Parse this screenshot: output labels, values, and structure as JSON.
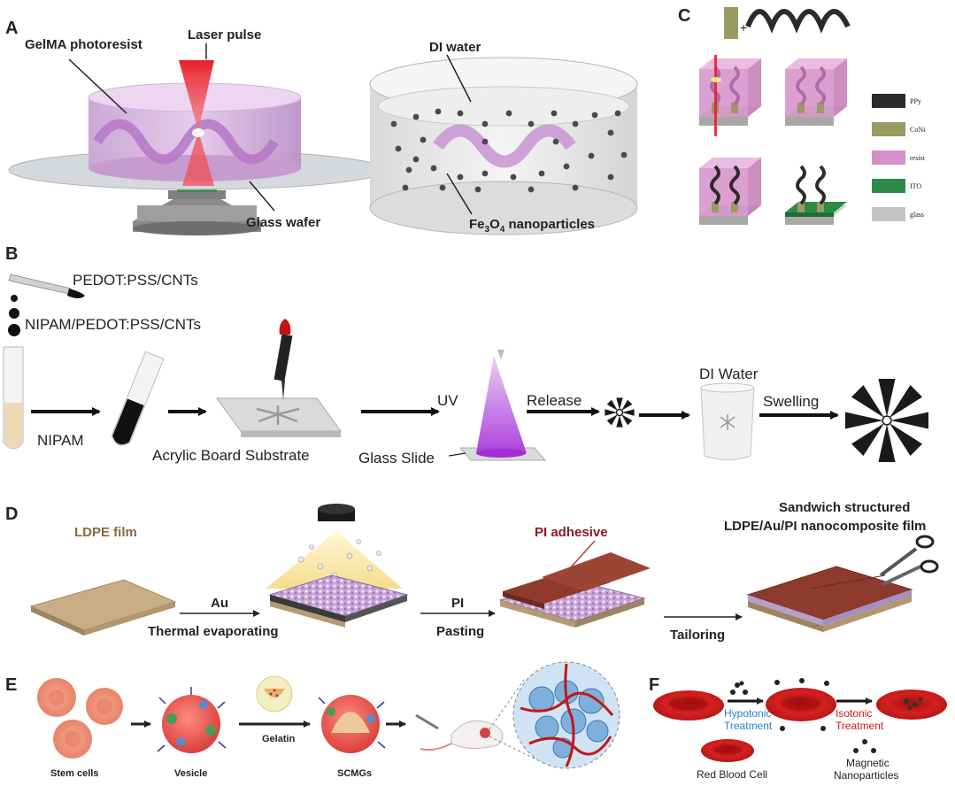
{
  "panels": {
    "A": {
      "letter": "A",
      "gelma": "GelMA photoresist",
      "laser": "Laser pulse",
      "glass": "Glass wafer",
      "diwater": "DI water",
      "fe_pre": "Fe",
      "fe_sub3": "3",
      "fe_o": "O",
      "fe_sub4": "4",
      "fe_post": " nanoparticles"
    },
    "B": {
      "letter": "B",
      "pedot": "PEDOT:PSS/CNTs",
      "nipam_pedot": "NIPAM/PEDOT:PSS/CNTs",
      "nipam": "NIPAM",
      "acrylic": "Acrylic Board Substrate",
      "glass_slide": "Glass Slide",
      "uv": "UV",
      "release": "Release",
      "diwater": "DI Water",
      "swelling": "Swelling"
    },
    "C": {
      "letter": "C",
      "plus": "+",
      "legend": [
        {
          "label": "PPy",
          "color": "#2b2b2b"
        },
        {
          "label": "CoNi",
          "color": "#9a9a62"
        },
        {
          "label": "resist",
          "color": "#d58fc8"
        },
        {
          "label": "ITO",
          "color": "#2e8a48"
        },
        {
          "label": "glass",
          "color": "#c4c4c4"
        }
      ]
    },
    "D": {
      "letter": "D",
      "ldpe": "LDPE film",
      "au": "Au",
      "thermal": "Thermal evaporating",
      "pi_adhesive": "PI adhesive",
      "pi": "PI",
      "pasting": "Pasting",
      "sandwich1": "Sandwich structured",
      "sandwich2": "LDPE/Au/PI nanocomposite film",
      "tailoring": "Tailoring"
    },
    "E": {
      "letter": "E",
      "stem": "Stem cells",
      "vesicle": "Vesicle",
      "gelatin": "Gelatin",
      "scmgs": "SCMGs"
    },
    "F": {
      "letter": "F",
      "hypo1": "Hypotonic",
      "hypo2": "Treatment",
      "iso1": "Isotonic",
      "iso2": "Treatment",
      "rbc": "Red Blood Cell",
      "mag1": "Magnetic",
      "mag2": "Nanoparticles"
    }
  },
  "colors": {
    "resist_pink": "#d9a6d6",
    "laser_red": "#e8202a",
    "rbc_red": "#c81818",
    "hypotonic_blue": "#2a7fc4",
    "isotonic_red": "#d01a1a",
    "ldpe_tan": "#c9ad86",
    "pi_brown": "#8e3a2c",
    "uv_violet": "#a22fd6"
  }
}
